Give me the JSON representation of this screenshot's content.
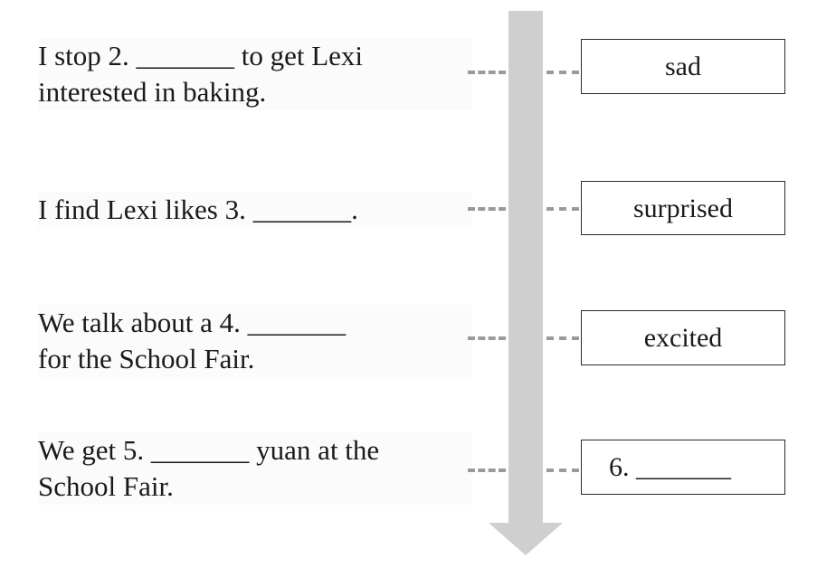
{
  "rows": [
    {
      "line1_before": "I stop 2.",
      "line1_blank": "_______",
      "line1_after": "to get Lexi",
      "line2": "interested in baking.",
      "box": "sad"
    },
    {
      "line1_before": "I find Lexi likes 3.",
      "line1_blank": "_______.",
      "box": "surprised"
    },
    {
      "line1_before": "We talk about a 4.",
      "line1_blank": "_______",
      "line2": "for the School Fair.",
      "box": "excited"
    },
    {
      "line1_before": "We get 5.",
      "line1_blank": "_______",
      "line1_after": "yuan at the",
      "line2": "School Fair.",
      "box_number": "6.",
      "box_blank": "_______"
    }
  ],
  "colors": {
    "arrow": "#cfcfcf",
    "dash": "#9a9a9a",
    "border": "#2a2a2a"
  }
}
